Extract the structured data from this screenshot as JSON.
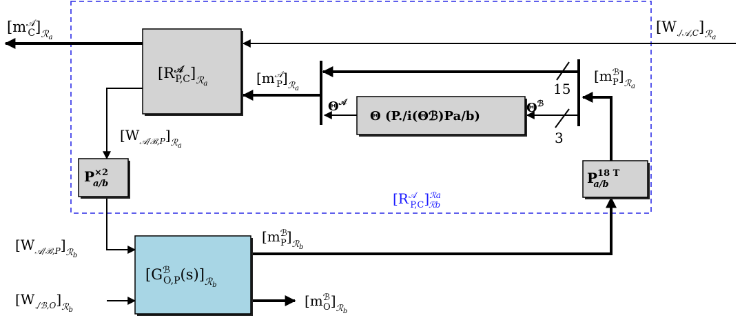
{
  "labels": {
    "m_c_a": {
      "main": "[m",
      "sup": "𝒜",
      "sub": "C",
      "close": "]",
      "frame": "ℛ",
      "frame_sub": "a"
    },
    "w_ac": {
      "main": "[W",
      "sub": "./𝒜,C",
      "close": "]",
      "frame": "ℛ",
      "frame_sub": "a"
    },
    "m_p_a": {
      "main": "[m",
      "sup": "𝒜",
      "sub": "P",
      "close": "]",
      "frame": "ℛ",
      "frame_sub": "a"
    },
    "m_p_b_top": {
      "main": "[m",
      "sup": "ℬ",
      "sub": "P",
      "close": "]",
      "frame": "ℛ",
      "frame_sub": "a"
    },
    "w_abp_a": {
      "main": "[W",
      "sub": "𝒜/ℬ,P",
      "close": "]",
      "frame": "ℛ",
      "frame_sub": "a"
    },
    "w_abp_b": {
      "main": "[W",
      "sub": "𝒜/ℬ,P",
      "close": "]",
      "frame": "ℛ",
      "frame_sub": "b"
    },
    "w_bo": {
      "main": "[W",
      "sub": "./ℬ,O",
      "close": "]",
      "frame": "ℛ",
      "frame_sub": "b"
    },
    "m_p_b_bottom": {
      "main": "[m",
      "sup": "ℬ",
      "sub": "P",
      "close": "]",
      "frame": "ℛ",
      "frame_sub": "b"
    },
    "m_o_b": {
      "main": "[m",
      "sup": "ℬ",
      "sub": "O",
      "close": "]",
      "frame": "ℛ",
      "frame_sub": "b"
    },
    "theta_a": {
      "main": "Θ",
      "sup": "𝒜"
    },
    "theta_b": {
      "main": "Θ",
      "sup": "ℬ"
    },
    "bus_15": "15",
    "bus_3": "3",
    "r_frame": {
      "main": "[R",
      "sup": "𝒜",
      "sub": "P,C",
      "close": "]",
      "frame_sup": "ℛa",
      "frame_sub": "ℛb"
    }
  },
  "blocks": {
    "r_pc": {
      "main": "[R",
      "sup": "𝒜",
      "sub": "P,C",
      "close": "]",
      "frame": "ℛ",
      "frame_sub": "a"
    },
    "theta": {
      "text": "Θ (P./i(Θℬ)Pa/b)"
    },
    "p_x2": {
      "main": "P",
      "sup": "×2",
      "sub": "a/b"
    },
    "p_18": {
      "main": "P",
      "sup": "18 T",
      "sub": "a/b"
    },
    "g_op": {
      "main": "[G",
      "sup": "ℬ",
      "sub": "O,P",
      "arg": "(s)",
      "close": "]",
      "frame": "ℛ",
      "frame_sub": "b"
    }
  },
  "colors": {
    "frame": "#2a2ae6",
    "grey_block": "#d3d3d3",
    "blue_block": "#a8d6e5"
  }
}
